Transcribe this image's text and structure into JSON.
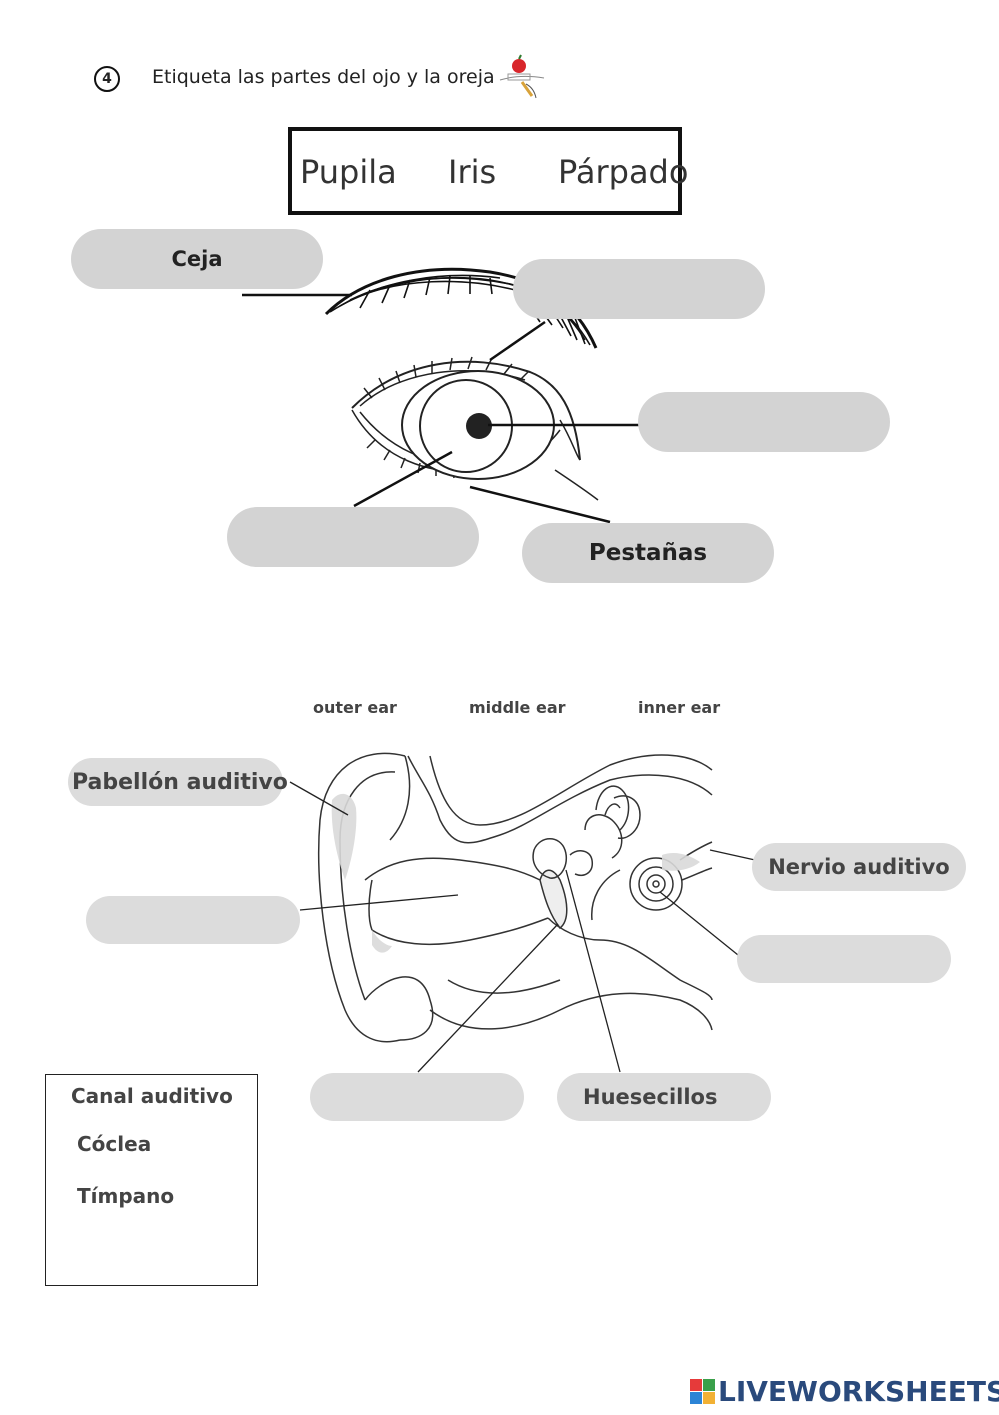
{
  "header": {
    "number": "4",
    "instruction": "Etiqueta las partes del ojo y la oreja"
  },
  "eye": {
    "word_bank": [
      "Pupila",
      "Iris",
      "Párpado"
    ],
    "labels": {
      "ceja": "Ceja",
      "pestanas": "Pestañas"
    }
  },
  "ear": {
    "columns": [
      "outer ear",
      "middle ear",
      "inner ear"
    ],
    "labels": {
      "pabellon": "Pabellón auditivo",
      "nervio": "Nervio auditivo",
      "huesecillos": "Huesecillos"
    },
    "word_bank": [
      "Canal auditivo",
      "Cóclea",
      "Tímpano"
    ]
  },
  "footer": {
    "brand": "LIVEWORKSHEETS"
  },
  "colors": {
    "pill_dark": "#d3d3d3",
    "pill_light": "#dcdcdc",
    "brand": "#2a4a7c"
  }
}
